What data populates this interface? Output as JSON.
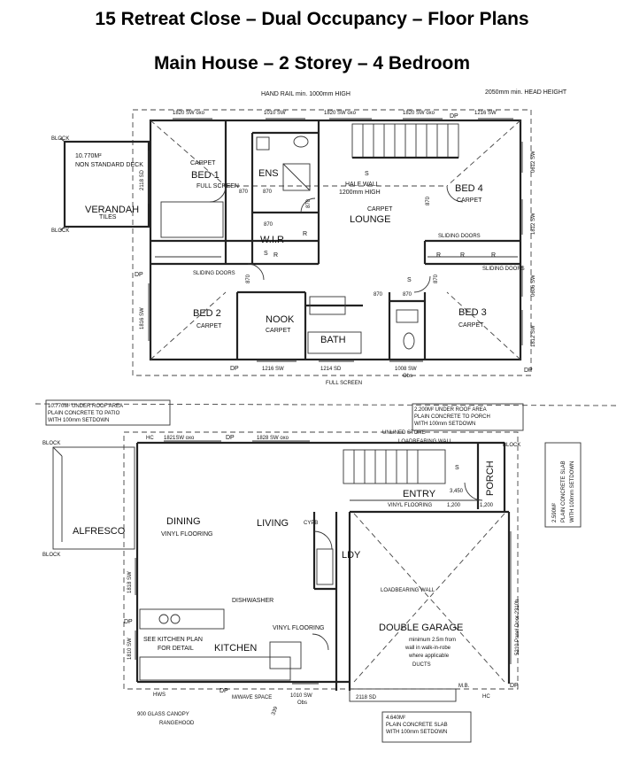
{
  "titles": {
    "main": "15 Retreat Close – Dual Occupancy – Floor Plans",
    "sub": "Main House – 2 Storey – 4 Bedroom"
  },
  "upper_plan": {
    "rooms": {
      "bed1": "BED 1",
      "bed2": "BED 2",
      "bed3": "BED 3",
      "bed4": "BED 4",
      "lounge": "LOUNGE",
      "nook": "NOOK",
      "bath": "BATH",
      "ens": "ENS",
      "wir": "W.I.R",
      "veranda": "VERANDAH"
    },
    "notes": {
      "hand_rail": "HAND RAIL min. 1000mm HIGH",
      "head_height": "2050mm min. HEAD HEIGHT",
      "non_std_deck": "NON STANDARD DECK",
      "deck_area": "10.770M²",
      "tiles": "TILES",
      "carpet": "CARPET",
      "full_screen": "FULL SCREEN",
      "half_wall": "HALF WALL",
      "half_wall_height": "1200mm HIGH",
      "sliding_doors": "SLIDING DOORS",
      "block": "BLOCK",
      "dp": "DP",
      "obs": "Obs",
      "door_870": "870",
      "w_1010": "1010 SW",
      "w_1216": "1216 SW",
      "w_1214": "1214 SD",
      "w_1008": "1008 SW",
      "w_0612": "0612 SW",
      "w_1812": "1812 SW",
      "w_0606": "0606 SW",
      "w_2118": "2118 SD",
      "w_1816": "1816 SW",
      "hw_1820": "1820 SW oxo",
      "s_label": "S",
      "r_label": "R"
    }
  },
  "lower_plan": {
    "rooms": {
      "dining": "DINING",
      "living": "LIVING",
      "kitchen": "KITCHEN",
      "alfresco": "ALFRESCO",
      "entry": "ENTRY",
      "porch": "PORCH",
      "ldy": "LDY",
      "garage": "DOUBLE GARAGE"
    },
    "notes": {
      "under_roof_area": "10.770M² UNDER ROOF AREA",
      "plain_patio": "PLAIN CONCRETE TO PATIO",
      "setdown": "WITH 100mm SETDOWN",
      "porch_area": "2.200M² UNDER ROOF AREA",
      "plain_porch": "PLAIN CONCRETE TO PORCH",
      "unlined_store": "UNLINED STORE",
      "loadbearing_wall": "LOADBEARING WALL",
      "slab_area": "2.590M²",
      "plain_slab": "PLAIN CONCRETE SLAB",
      "vinyl_flooring": "VINYL FLOORING",
      "dishwasher": "DISHWASHER",
      "see_kitchen_plan": "SEE KITCHEN PLAN",
      "for_detail": "FOR DETAIL",
      "mw_space": "M/WAVE SPACE",
      "glass_canopy": "900 GLASS CANOPY",
      "rangehood": "RANGEHOOD",
      "panel_door": "5210 Panel Door 2310h",
      "garage_note1": "minimum 2.5m from",
      "garage_note2": "wall in walk-in-robe",
      "garage_note3": "where applicable",
      "ducts": "DUCTS",
      "bottom_slab_area": "4.640M²",
      "mb": "M.B.",
      "hc": "HC",
      "hws": "HWS",
      "cypb": "CYPB",
      "dim_3450": "3,450",
      "dim_1200": "1,200",
      "w_1818": "1818 SW",
      "w_1810": "1810 SW",
      "w_2118": "2118 SD",
      "w_1010": "1010 SW",
      "hw_1821": "1821SW oxo",
      "hw_1828": "1828 SW oxo",
      "dim_339": "339"
    }
  }
}
